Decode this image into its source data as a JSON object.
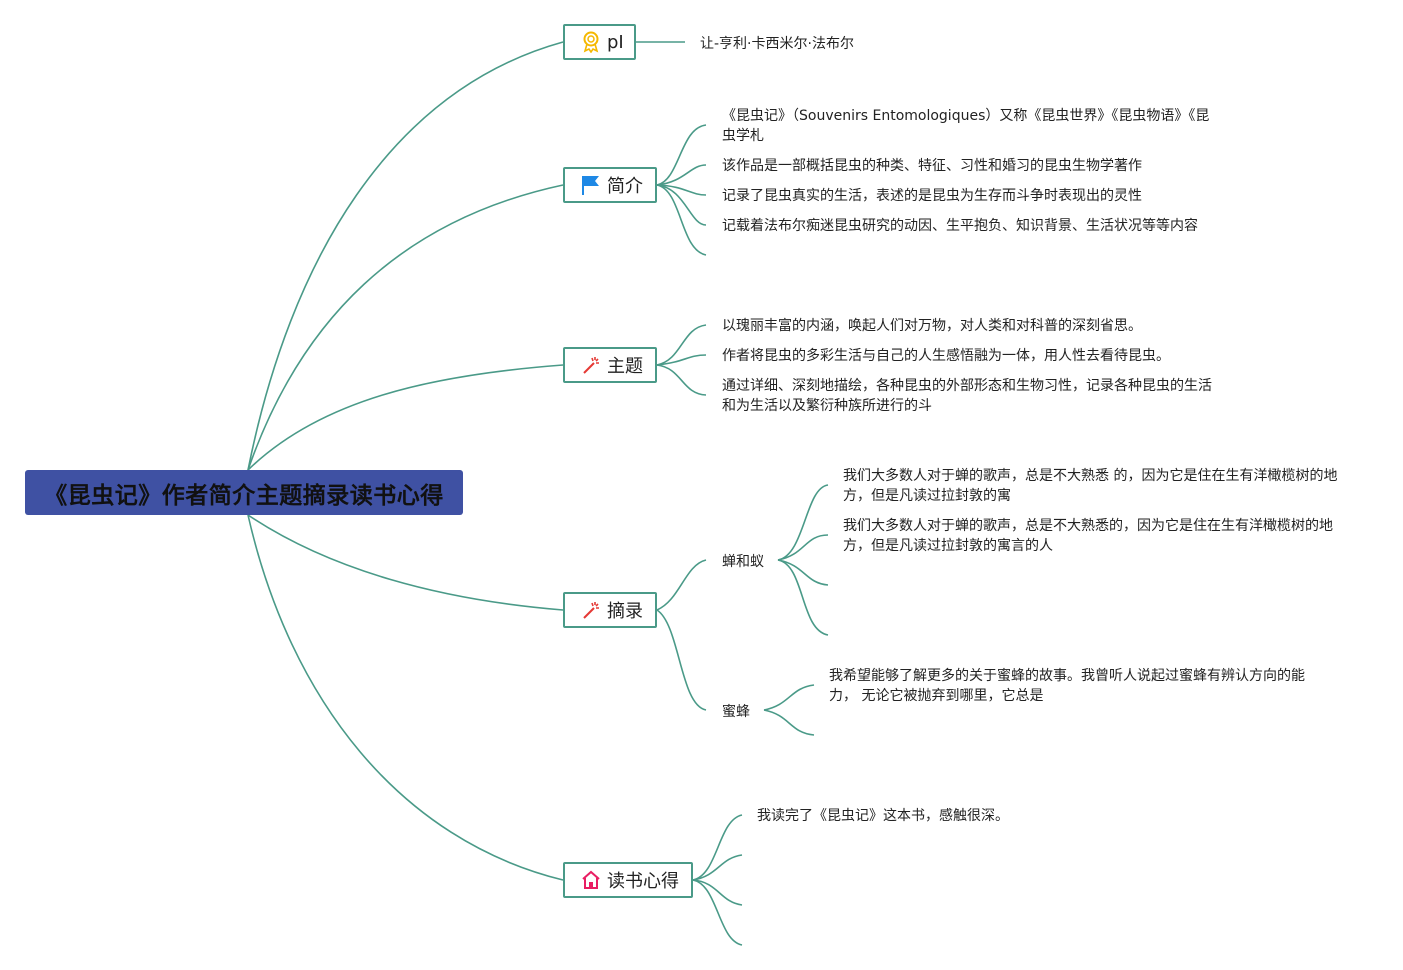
{
  "root": {
    "title": "《昆虫记》作者简介主题摘录读书心得"
  },
  "branches": {
    "author": {
      "label": "pI",
      "icon": "award-ribbon-icon",
      "children": [
        "让-亨利·卡西米尔·法布尔"
      ]
    },
    "intro": {
      "label": "简介",
      "icon": "blue-flag-icon",
      "children": [
        "《昆虫记》（Souvenirs Entomologiques）又称《昆虫世界》《昆虫物语》《昆虫学札",
        "该作品是一部概括昆虫的种类、特征、习性和婚习的昆虫生物学著作",
        "记录了昆虫真实的生活，表述的是昆虫为生存而斗争时表现出的灵性",
        "记载着法布尔痴迷昆虫研究的动因、生平抱负、知识背景、生活状况等等内容"
      ]
    },
    "theme": {
      "label": "主题",
      "icon": "magic-wand-icon",
      "children": [
        "以瑰丽丰富的内涵，唤起人们对万物，对人类和对科普的深刻省思。",
        "作者将昆虫的多彩生活与自己的人生感悟融为一体，用人性去看待昆虫。",
        "通过详细、深刻地描绘，各种昆虫的外部形态和生物习性，记录各种昆虫的生活和为生活以及繁衍种族所进行的斗"
      ]
    },
    "excerpt": {
      "label": "摘录",
      "icon": "magic-wand-icon",
      "subs": [
        {
          "label": "蝉和蚁",
          "children": [
            "我们大多数人对于蝉的歌声，总是不大熟悉 的，因为它是住在生有洋橄榄树的地方，但是凡读过拉封敦的寓",
            "我们大多数人对于蝉的歌声，总是不大熟悉的，因为它是住在生有洋橄榄树的地方，但是凡读过拉封敦的寓言的人"
          ]
        },
        {
          "label": "蜜蜂",
          "children": [
            "我希望能够了解更多的关于蜜蜂的故事。我曾听人说起过蜜蜂有辨认方向的能力， 无论它被抛弃到哪里，它总是"
          ]
        }
      ]
    },
    "reflection": {
      "label": "读书心得",
      "icon": "home-icon",
      "children": [
        "我读完了《昆虫记》这本书，感触很深。"
      ]
    }
  },
  "colors": {
    "root_fill": "#3f51a3",
    "connector": "#4a9a88",
    "flag": "#1e88e5",
    "wand": "#e53935",
    "award": "#f5b800",
    "home": "#e91e63"
  }
}
